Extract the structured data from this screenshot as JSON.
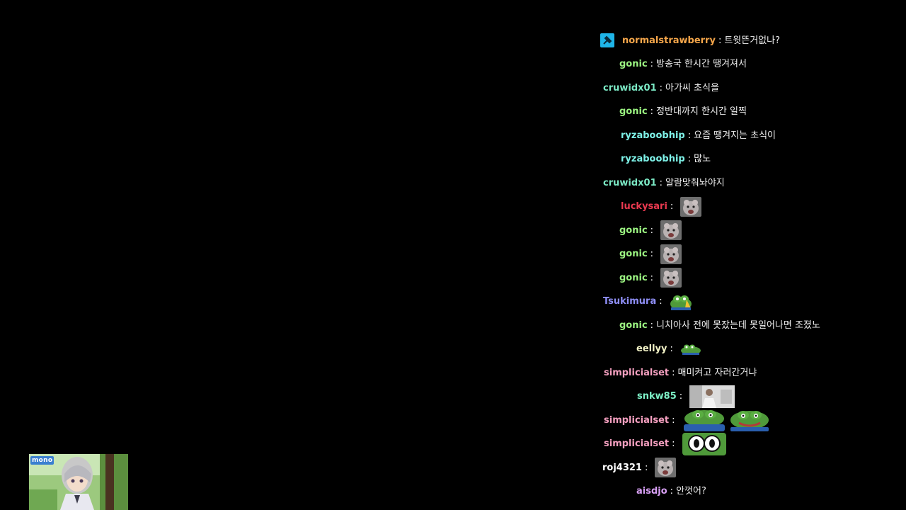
{
  "chat": {
    "messages": [
      {
        "user": "normalstrawberry",
        "color": "#f5a64a",
        "sep": ":",
        "text": "트윗뜬거없나?",
        "badge": "moderator-badge-icon",
        "emotes": []
      },
      {
        "user": "gonic",
        "color": "#9cf582",
        "sep": ":",
        "text": "방송국 한시간 땡겨져서",
        "emotes": []
      },
      {
        "user": "cruwidx01",
        "color": "#7be8c4",
        "sep": ":",
        "text": "아가씨 초식을",
        "emotes": []
      },
      {
        "user": "gonic",
        "color": "#9cf582",
        "sep": ":",
        "text": "정반대까지 한시간 일찍",
        "emotes": []
      },
      {
        "user": "ryzaboobhip",
        "color": "#7ef2e8",
        "sep": ":",
        "text": "요즘 땡겨지는 초식이",
        "emotes": []
      },
      {
        "user": "ryzaboobhip",
        "color": "#7ef2e8",
        "sep": ":",
        "text": "많노",
        "emotes": []
      },
      {
        "user": "cruwidx01",
        "color": "#7be8c4",
        "sep": ":",
        "text": "알람맞춰놔야지",
        "emotes": []
      },
      {
        "user": "luckysari",
        "color": "#e8394f",
        "sep": ":",
        "text": "",
        "emotes": [
          "hamster-emote"
        ]
      },
      {
        "user": "gonic",
        "color": "#9cf582",
        "sep": ":",
        "text": "",
        "emotes": [
          "hamster-emote"
        ]
      },
      {
        "user": "gonic",
        "color": "#9cf582",
        "sep": ":",
        "text": "",
        "emotes": [
          "hamster-emote"
        ]
      },
      {
        "user": "gonic",
        "color": "#9cf582",
        "sep": ":",
        "text": "",
        "emotes": [
          "hamster-emote"
        ]
      },
      {
        "user": "Tsukimura",
        "color": "#8f8ff7",
        "sep": ":",
        "text": "",
        "emotes": [
          "pepe-bell-emote"
        ]
      },
      {
        "user": "gonic",
        "color": "#9cf582",
        "sep": ":",
        "text": "니치아사 전에 못잤는데 못일어나면 조졌노",
        "emotes": []
      },
      {
        "user": "eellyy",
        "color": "#f5f5c8",
        "sep": ":",
        "text": "",
        "emotes": [
          "pepe-lying-emote"
        ]
      },
      {
        "user": "simplicialset",
        "color": "#f5a0c0",
        "sep": ":",
        "text": "매미켜고 자러간거냐",
        "emotes": []
      },
      {
        "user": "snkw85",
        "color": "#7ef2c8",
        "sep": ":",
        "text": "",
        "emotes": [
          "photo-emote"
        ]
      },
      {
        "user": "simplicialset",
        "color": "#f5a0c0",
        "sep": ":",
        "text": "",
        "emotes": [
          "pepe-blanket-emote",
          "pepe-smile-emote"
        ]
      },
      {
        "user": "simplicialset",
        "color": "#f5a0c0",
        "sep": ":",
        "text": "",
        "emotes": [
          "pepe-eyes-emote"
        ]
      },
      {
        "user": "roj4321",
        "color": "#ffffff",
        "sep": ":",
        "text": "",
        "emotes": [
          "hamster-emote"
        ]
      },
      {
        "user": "aisdjo",
        "color": "#d8a0f5",
        "sep": ":",
        "text": "안껏어?",
        "emotes": []
      }
    ]
  },
  "webcam": {
    "logo_text": "mono"
  }
}
